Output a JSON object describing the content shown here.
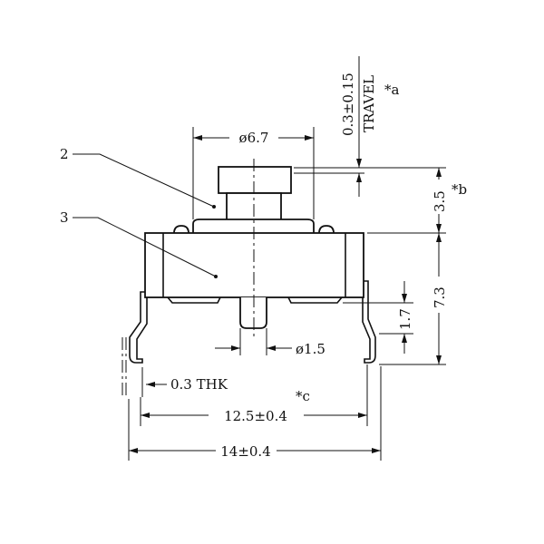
{
  "drawing": {
    "callouts": [
      {
        "id": "2",
        "label": "2"
      },
      {
        "id": "3",
        "label": "3"
      }
    ],
    "dimensions": {
      "cap_diameter": "ø6.7",
      "travel_value": "0.3±0.15",
      "travel_label": "TRAVEL",
      "travel_note": "*a",
      "cap_height": "3.5",
      "cap_height_note": "*b",
      "body_height": "7.3",
      "post_length": "1.7",
      "post_diameter": "ø1.5",
      "lead_thickness": "0.3  THK",
      "lead_pitch": "12.5±0.4",
      "lead_pitch_note": "*c",
      "overall_width": "14±0.4"
    },
    "color": "#111111"
  }
}
